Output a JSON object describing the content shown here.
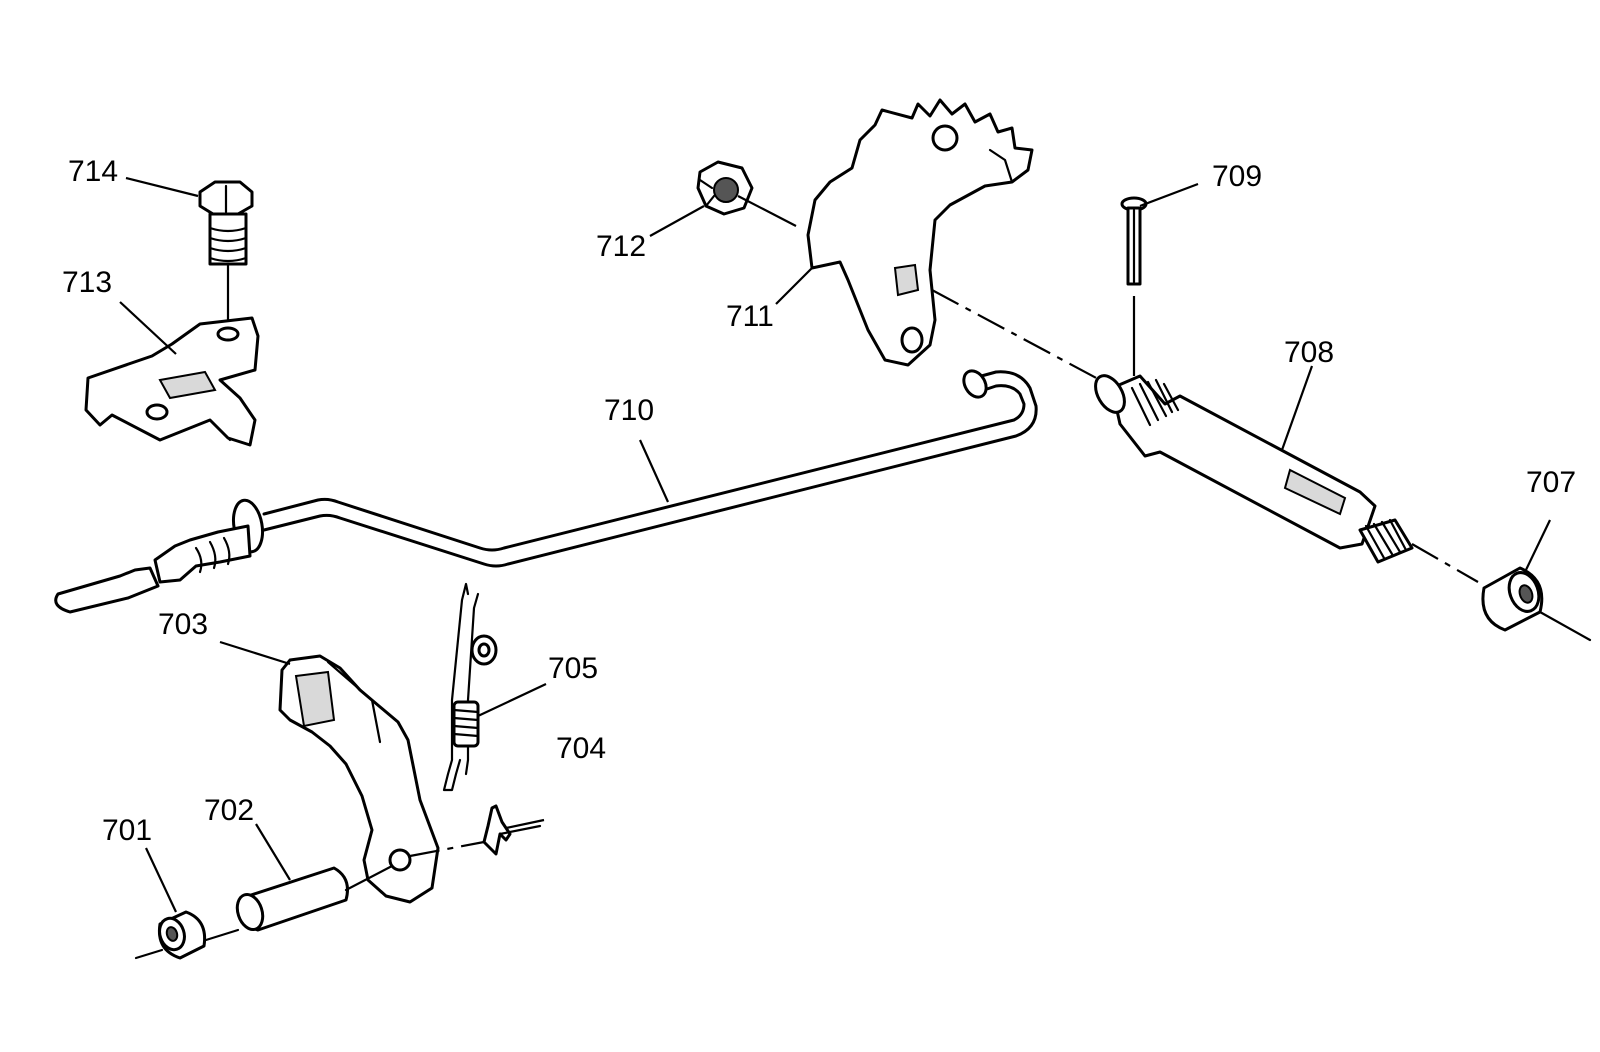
{
  "diagram": {
    "callouts": [
      {
        "id": "701",
        "text": "701"
      },
      {
        "id": "702",
        "text": "702"
      },
      {
        "id": "703",
        "text": "703"
      },
      {
        "id": "704",
        "text": "704"
      },
      {
        "id": "705",
        "text": "705"
      },
      {
        "id": "707",
        "text": "707"
      },
      {
        "id": "708",
        "text": "708"
      },
      {
        "id": "709",
        "text": "709"
      },
      {
        "id": "710",
        "text": "710"
      },
      {
        "id": "711",
        "text": "711"
      },
      {
        "id": "712",
        "text": "712"
      },
      {
        "id": "713",
        "text": "713"
      },
      {
        "id": "714",
        "text": "714"
      }
    ]
  }
}
